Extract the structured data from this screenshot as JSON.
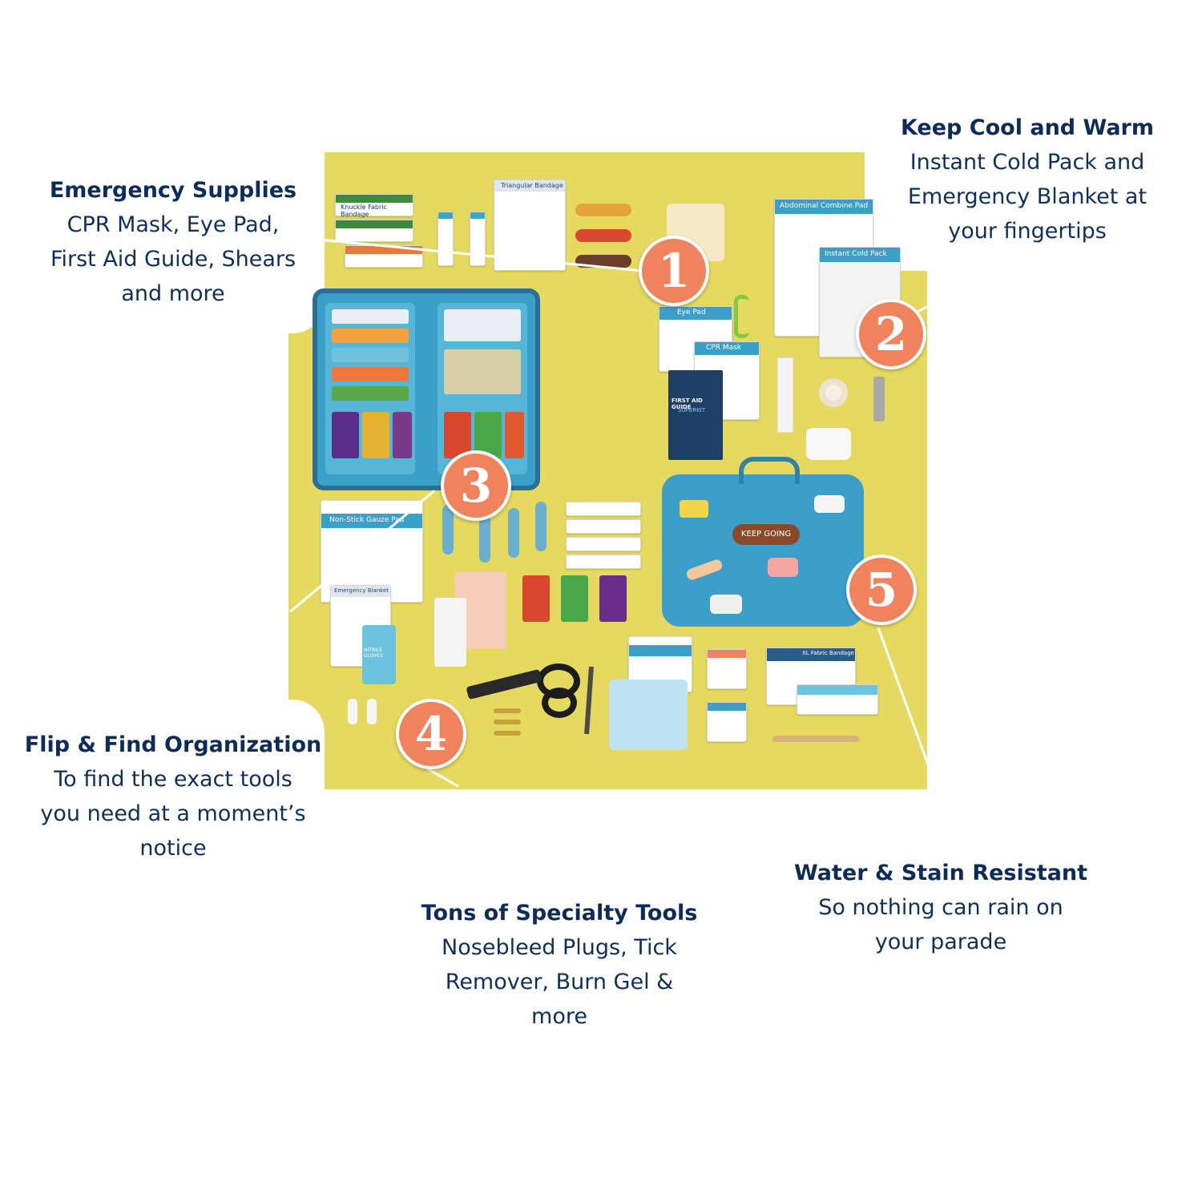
{
  "callouts": {
    "emergency": {
      "head": "Emergency Supplies",
      "lines": [
        "CPR Mask, Eye Pad,",
        "First Aid Guide, Shears",
        "and more"
      ]
    },
    "cool_warm": {
      "head": "Keep Cool and Warm",
      "lines": [
        "Instant Cold Pack and",
        "Emergency Blanket at",
        "your fingertips"
      ]
    },
    "flip_find": {
      "head": "Flip & Find Organization",
      "lines": [
        "To find the exact tools",
        "you need at a moment’s",
        "notice"
      ]
    },
    "specialty": {
      "head": "Tons of Specialty Tools",
      "lines": [
        "Nosebleed Plugs, Tick",
        "Remover, Burn Gel &",
        "more"
      ]
    },
    "water": {
      "head": "Water & Stain Resistant",
      "lines": [
        "So nothing can rain on",
        "your parade"
      ]
    }
  },
  "badges": [
    "1",
    "2",
    "3",
    "4",
    "5"
  ],
  "product": {
    "brand": "KEEP GOING",
    "guide_title": "FIRST AID GUIDE",
    "guide_subtitle": "SUPERKIT",
    "labels": {
      "gauze": "Non-Stick Gauze Pad",
      "abdominal": "Abdominal Combine Pad",
      "cold_pack": "Instant Cold Pack",
      "eye_pad": "Eye Pad",
      "cpr_mask": "CPR Mask",
      "triangular": "Triangular Bandage",
      "blanket": "Emergency Blanket",
      "gloves": "NITRILE GLOVES",
      "xl_bandage": "XL Fabric Bandage",
      "knuckle": "Knuckle Fabric Bandage"
    }
  },
  "colors": {
    "photo_bg": "#e6d95f",
    "badge": "#f0825e",
    "heading": "#0d2c5a",
    "kit": "#3aa0c8"
  }
}
